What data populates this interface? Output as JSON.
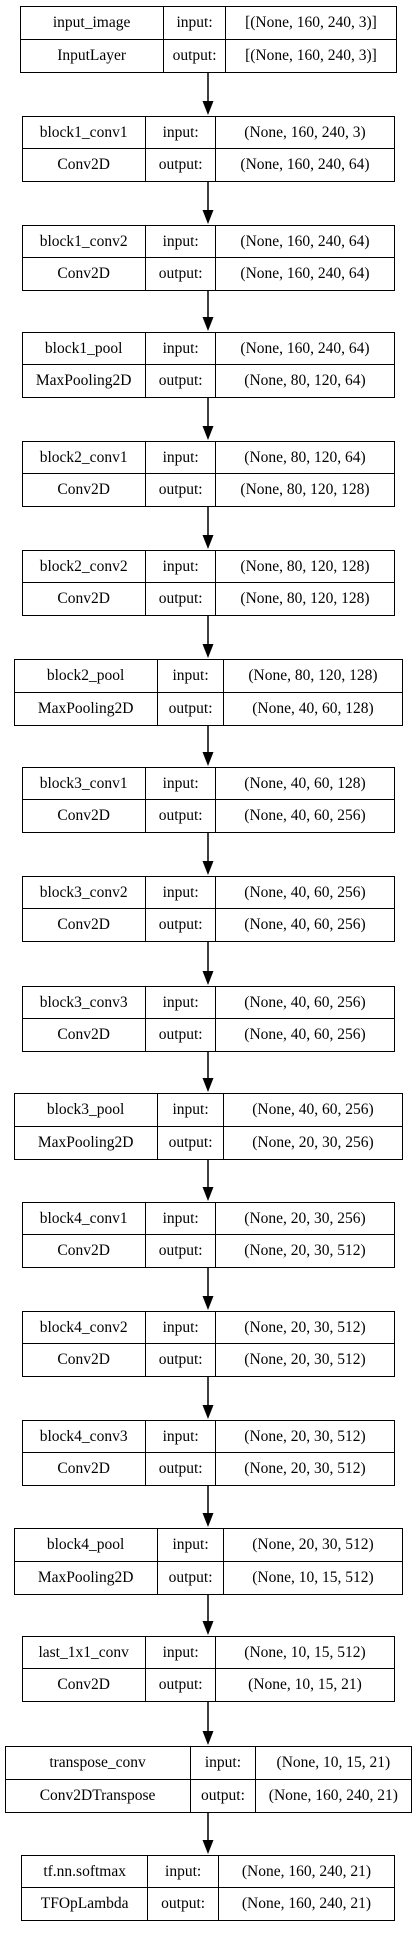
{
  "io_labels": {
    "input": "input:",
    "output": "output:"
  },
  "layers": [
    {
      "name": "input_image",
      "type": "InputLayer",
      "input": "[(None, 160, 240, 3)]",
      "output": "[(None, 160, 240, 3)]"
    },
    {
      "name": "block1_conv1",
      "type": "Conv2D",
      "input": "(None, 160, 240, 3)",
      "output": "(None, 160, 240, 64)"
    },
    {
      "name": "block1_conv2",
      "type": "Conv2D",
      "input": "(None, 160, 240, 64)",
      "output": "(None, 160, 240, 64)"
    },
    {
      "name": "block1_pool",
      "type": "MaxPooling2D",
      "input": "(None, 160, 240, 64)",
      "output": "(None, 80, 120, 64)"
    },
    {
      "name": "block2_conv1",
      "type": "Conv2D",
      "input": "(None, 80, 120, 64)",
      "output": "(None, 80, 120, 128)"
    },
    {
      "name": "block2_conv2",
      "type": "Conv2D",
      "input": "(None, 80, 120, 128)",
      "output": "(None, 80, 120, 128)"
    },
    {
      "name": "block2_pool",
      "type": "MaxPooling2D",
      "input": "(None, 80, 120, 128)",
      "output": "(None, 40, 60, 128)"
    },
    {
      "name": "block3_conv1",
      "type": "Conv2D",
      "input": "(None, 40, 60, 128)",
      "output": "(None, 40, 60, 256)"
    },
    {
      "name": "block3_conv2",
      "type": "Conv2D",
      "input": "(None, 40, 60, 256)",
      "output": "(None, 40, 60, 256)"
    },
    {
      "name": "block3_conv3",
      "type": "Conv2D",
      "input": "(None, 40, 60, 256)",
      "output": "(None, 40, 60, 256)"
    },
    {
      "name": "block3_pool",
      "type": "MaxPooling2D",
      "input": "(None, 40, 60, 256)",
      "output": "(None, 20, 30, 256)"
    },
    {
      "name": "block4_conv1",
      "type": "Conv2D",
      "input": "(None, 20, 30, 256)",
      "output": "(None, 20, 30, 512)"
    },
    {
      "name": "block4_conv2",
      "type": "Conv2D",
      "input": "(None, 20, 30, 512)",
      "output": "(None, 20, 30, 512)"
    },
    {
      "name": "block4_conv3",
      "type": "Conv2D",
      "input": "(None, 20, 30, 512)",
      "output": "(None, 20, 30, 512)"
    },
    {
      "name": "block4_pool",
      "type": "MaxPooling2D",
      "input": "(None, 20, 30, 512)",
      "output": "(None, 10, 15, 512)"
    },
    {
      "name": "last_1x1_conv",
      "type": "Conv2D",
      "input": "(None, 10, 15, 512)",
      "output": "(None, 10, 15, 21)"
    },
    {
      "name": "transpose_conv",
      "type": "Conv2DTranspose",
      "input": "(None, 10, 15, 21)",
      "output": "(None, 160, 240, 21)"
    },
    {
      "name": "tf.nn.softmax",
      "type": "TFOpLambda",
      "input": "(None, 160, 240, 21)",
      "output": "(None, 160, 240, 21)"
    }
  ]
}
